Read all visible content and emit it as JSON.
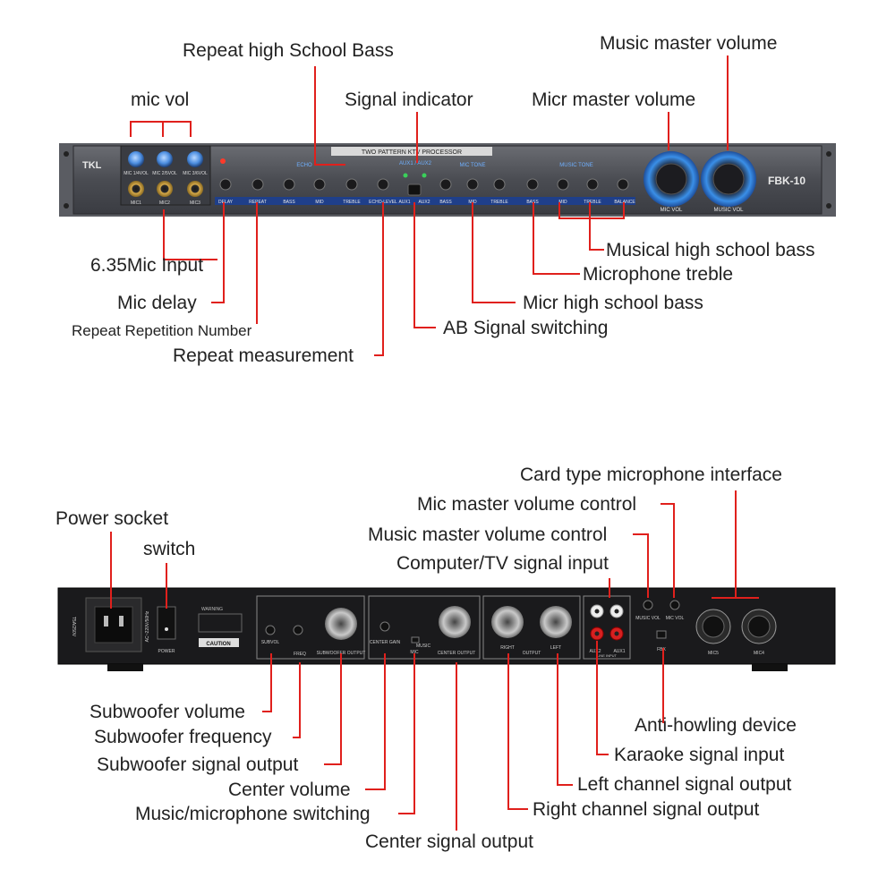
{
  "front": {
    "brand": "TKL",
    "model": "FBK-10",
    "header": "TWO PATTERN KTV PROCESSOR",
    "mic_knobs": [
      "MIC 1/4VOL",
      "MIC 2/5VOL",
      "MIC 3/6VOL"
    ],
    "mic_jacks": [
      "MIC1",
      "MIC2",
      "MIC3"
    ],
    "groups": {
      "echo": "ECHO",
      "aux": "AUX1 / AUX2",
      "mic_tone": "MIC TONE",
      "music_tone": "MUSIC TONE"
    },
    "knob_labels": [
      "DELAY",
      "REPEAT",
      "BASS",
      "MID",
      "TREBLE",
      "ECHO-LEVEL",
      "AUX1",
      "AUX2",
      "BASS",
      "MID",
      "TREBLE",
      "BASS",
      "MID",
      "TREBLE",
      "BALANCE"
    ],
    "big_knobs": [
      "MIC VOL",
      "MUSIC VOL"
    ]
  },
  "rear": {
    "power_label": "POWER",
    "voltage": "AC~220V/50Hz",
    "fuse": "T5A/250V",
    "warning_title": "WARNING",
    "caution": "CAUTION",
    "sub_labels": [
      "SUBVOL",
      "FREQ",
      "SUBWOOFER OUTPUT"
    ],
    "center_labels": [
      "CENTER GAIN",
      "MUSIC",
      "MIC",
      "CENTER OUTPUT"
    ],
    "output_labels": [
      "RIGHT",
      "OUTPUT",
      "LEFT"
    ],
    "line_labels": [
      "AUX2",
      "LINE INPUT",
      "AUX1"
    ],
    "fbx": "FBX",
    "vol_labels": [
      "MUSIC VOL",
      "MIC VOL"
    ],
    "mic_labels": [
      "MIC5",
      "MIC4"
    ]
  },
  "labels": {
    "repeat_high_school_bass": "Repeat high School Bass",
    "music_master_volume": "Music master volume",
    "mic_vol": "mic vol",
    "signal_indicator": "Signal indicator",
    "micr_master_volume": "Micr master volume",
    "musical_high_school_bass": "Musical high school bass",
    "mic_input": "6.35Mic Input",
    "microphone_treble": "Microphone treble",
    "mic_delay": "Mic delay",
    "micr_high_school_bass": "Micr high school bass",
    "repeat_repetition_number": "Repeat Repetition Number",
    "ab_signal_switching": "AB Signal switching",
    "repeat_measurement": "Repeat measurement",
    "card_type_mic_interface": "Card type microphone interface",
    "mic_master_volume_control": "Mic master volume control",
    "power_socket": "Power socket",
    "music_master_volume_control": "Music master volume control",
    "switch": "switch",
    "computer_tv_signal_input": "Computer/TV signal input",
    "subwoofer_volume": "Subwoofer volume",
    "anti_howling_device": "Anti-howling device",
    "subwoofer_frequency": "Subwoofer frequency",
    "karaoke_signal_input": "Karaoke signal input",
    "subwoofer_signal_output": "Subwoofer signal output",
    "left_channel_signal_output": "Left channel signal output",
    "center_volume": "Center volume",
    "music_microphone_switching": "Music/microphone switching",
    "right_channel_signal_output": "Right channel signal output",
    "center_signal_output": "Center signal output"
  },
  "colors": {
    "callout": "#e0201c",
    "front_panel": "#4a4c52",
    "rear_panel": "#1a1a1c",
    "knob_blue": "#3a8fe8"
  }
}
